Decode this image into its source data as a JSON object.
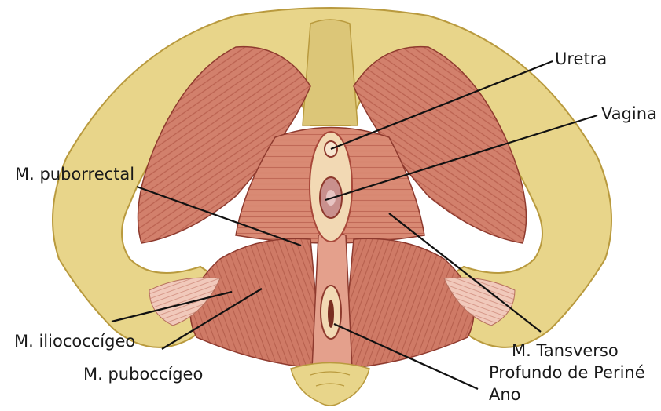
{
  "labels": {
    "uretra": "Uretra",
    "vagina": "Vagina",
    "puborrectal": "M. puborrectal",
    "iliococcigeo": "M. iliococcígeo",
    "puboccigeo": "M. puboccígeo",
    "transverso_line1": "M. Tansverso",
    "transverso_line2": "Profundo de Periné",
    "ano": "Ano"
  },
  "colors": {
    "bone": "#e8d58a",
    "bone_dark": "#b99a3e",
    "muscle": "#d2806c",
    "muscle_dark": "#a8483a",
    "muscle_light": "#ecae9a",
    "leader_line": "#111111"
  }
}
